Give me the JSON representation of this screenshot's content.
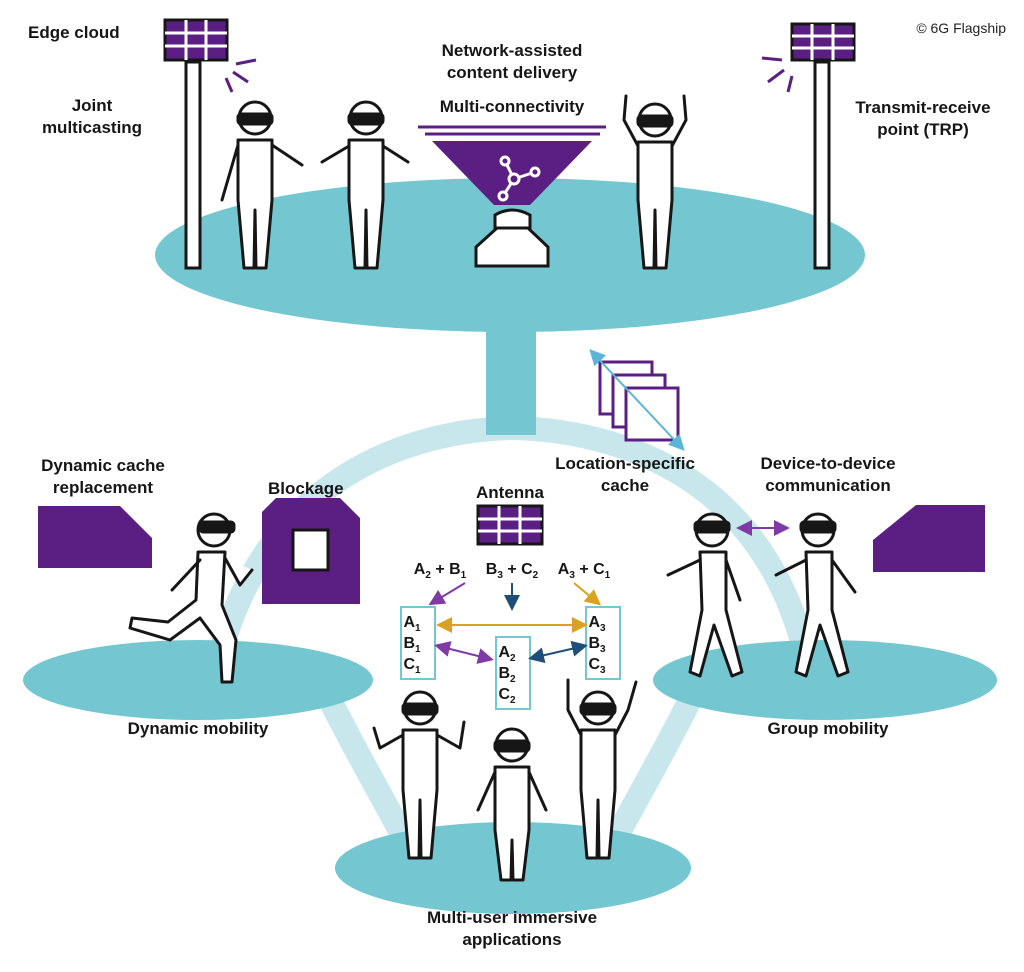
{
  "copyright": "© 6G Flagship",
  "labels": {
    "edge_cloud": "Edge cloud",
    "joint_multicasting": "Joint\nmulticasting",
    "network_assisted": "Network-assisted\ncontent delivery",
    "multi_connectivity": "Multi-connectivity",
    "trp": "Transmit-receive\npoint (TRP)",
    "dynamic_cache": "Dynamic cache\nreplacement",
    "blockage": "Blockage",
    "antenna": "Antenna",
    "location_cache": "Location-specific\ncache",
    "d2d": "Device-to-device\ncommunication",
    "dynamic_mobility": "Dynamic mobility",
    "group_mobility": "Group mobility",
    "multi_user": "Multi-user immersive\napplications"
  },
  "transmissions": [
    {
      "a": "A",
      "as": "2",
      "b": "B",
      "bs": "1"
    },
    {
      "a": "B",
      "as": "3",
      "b": "C",
      "bs": "2"
    },
    {
      "a": "A",
      "as": "3",
      "b": "C",
      "bs": "1"
    }
  ],
  "caches": [
    [
      "A",
      "1",
      "B",
      "1",
      "C",
      "1"
    ],
    [
      "A",
      "2",
      "B",
      "2",
      "C",
      "2"
    ],
    [
      "A",
      "3",
      "B",
      "3",
      "C",
      "3"
    ]
  ],
  "colors": {
    "platform": "#74c7d0",
    "ring": "#c8e7ed",
    "purple": "#5b1f84",
    "ink": "#161616",
    "gold": "#d9a321",
    "navy": "#1f4e79",
    "violet": "#7e3ba5"
  }
}
